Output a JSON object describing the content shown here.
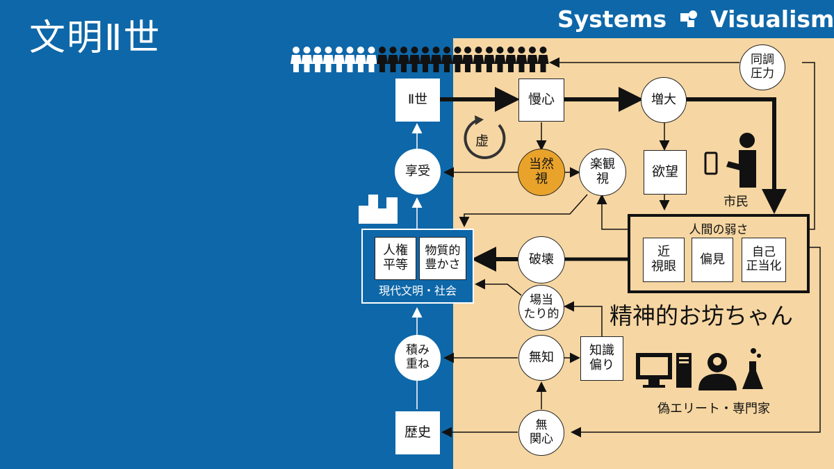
{
  "header": {
    "title": "文明Ⅱ世",
    "brand_left": "Systems",
    "brand_right": "Visualism"
  },
  "nodes": {
    "nisei": "Ⅱ世",
    "manshin": "慢心",
    "zoudai": "増大",
    "kyo": "虚",
    "touzenshi": "当然\n視",
    "rakkanshi": "楽観\n視",
    "kyouju": "享受",
    "yokubou": "欲望",
    "douchou": "同調\n圧力",
    "shimin": "市民",
    "jinken": "人権\n平等",
    "busshitsu": "物質的\n豊かさ",
    "gendai": "現代文明・社会",
    "hakai": "破壊",
    "ningen_yowasa": "人間の弱さ",
    "kingan": "近\n視眼",
    "henken": "偏見",
    "jiko": "自己\n正当化",
    "baatari": "場当\nたり的",
    "seishin": "精神的お坊ちゃん",
    "tsumikasane": "積み\n重ね",
    "muchi": "無知",
    "chishiki": "知識\n偏り",
    "gi_elite": "偽エリート・専門家",
    "rekishi": "歴史",
    "mukanshin": "無\n関心"
  },
  "colors": {
    "blue": "#0e67a8",
    "tan": "#f6d6a2",
    "orange": "#e9a32a",
    "ink": "#111111",
    "white": "#ffffff"
  },
  "icons": [
    "people-crowd-icon",
    "person-phone-icon",
    "buildings-icon",
    "cycle-arrow-icon",
    "computer-icon",
    "thinker-icon",
    "flask-icon",
    "brand-logo-icon"
  ]
}
